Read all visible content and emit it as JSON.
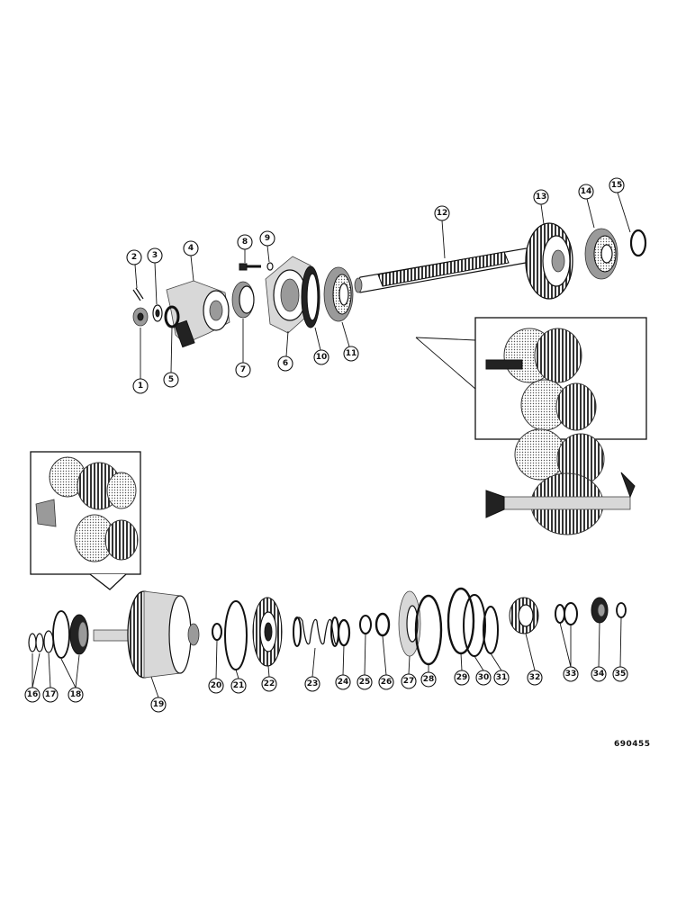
{
  "callouts": {
    "c1": "1",
    "c2": "2",
    "c3": "3",
    "c4": "4",
    "c5": "5",
    "c6": "6",
    "c7": "7",
    "c8": "8",
    "c9": "9",
    "c10": "10",
    "c11": "11",
    "c12": "12",
    "c13": "13",
    "c14": "14",
    "c15": "15",
    "c16": "16",
    "c17": "17",
    "c18": "18",
    "c19": "19",
    "c20": "20",
    "c21": "21",
    "c22": "22",
    "c23": "23",
    "c24": "24",
    "c25": "25",
    "c26": "26",
    "c27": "27",
    "c28": "28",
    "c29": "29",
    "c30": "30",
    "c31": "31",
    "c32": "32",
    "c33": "33",
    "c34": "34",
    "c35": "35"
  },
  "reference_code": "690455"
}
